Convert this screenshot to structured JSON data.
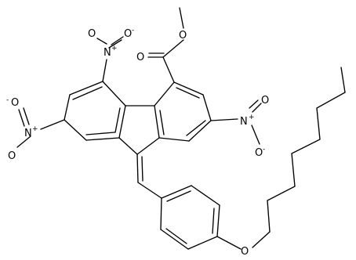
{
  "molecule": {
    "atom_labels": {
      "o_methyl": "O",
      "o_carbonyl": "O",
      "n1": "N",
      "o1a": "O",
      "o1b": "O",
      "n2": "N",
      "o2a": "O",
      "o2b": "O",
      "n3": "N",
      "o3a": "O",
      "o3b": "O",
      "o_ether": "O"
    },
    "charges": {
      "n1": "+",
      "o1b": "-",
      "n2": "+",
      "o2a": "-",
      "n3": "+",
      "o3b": "-"
    }
  }
}
